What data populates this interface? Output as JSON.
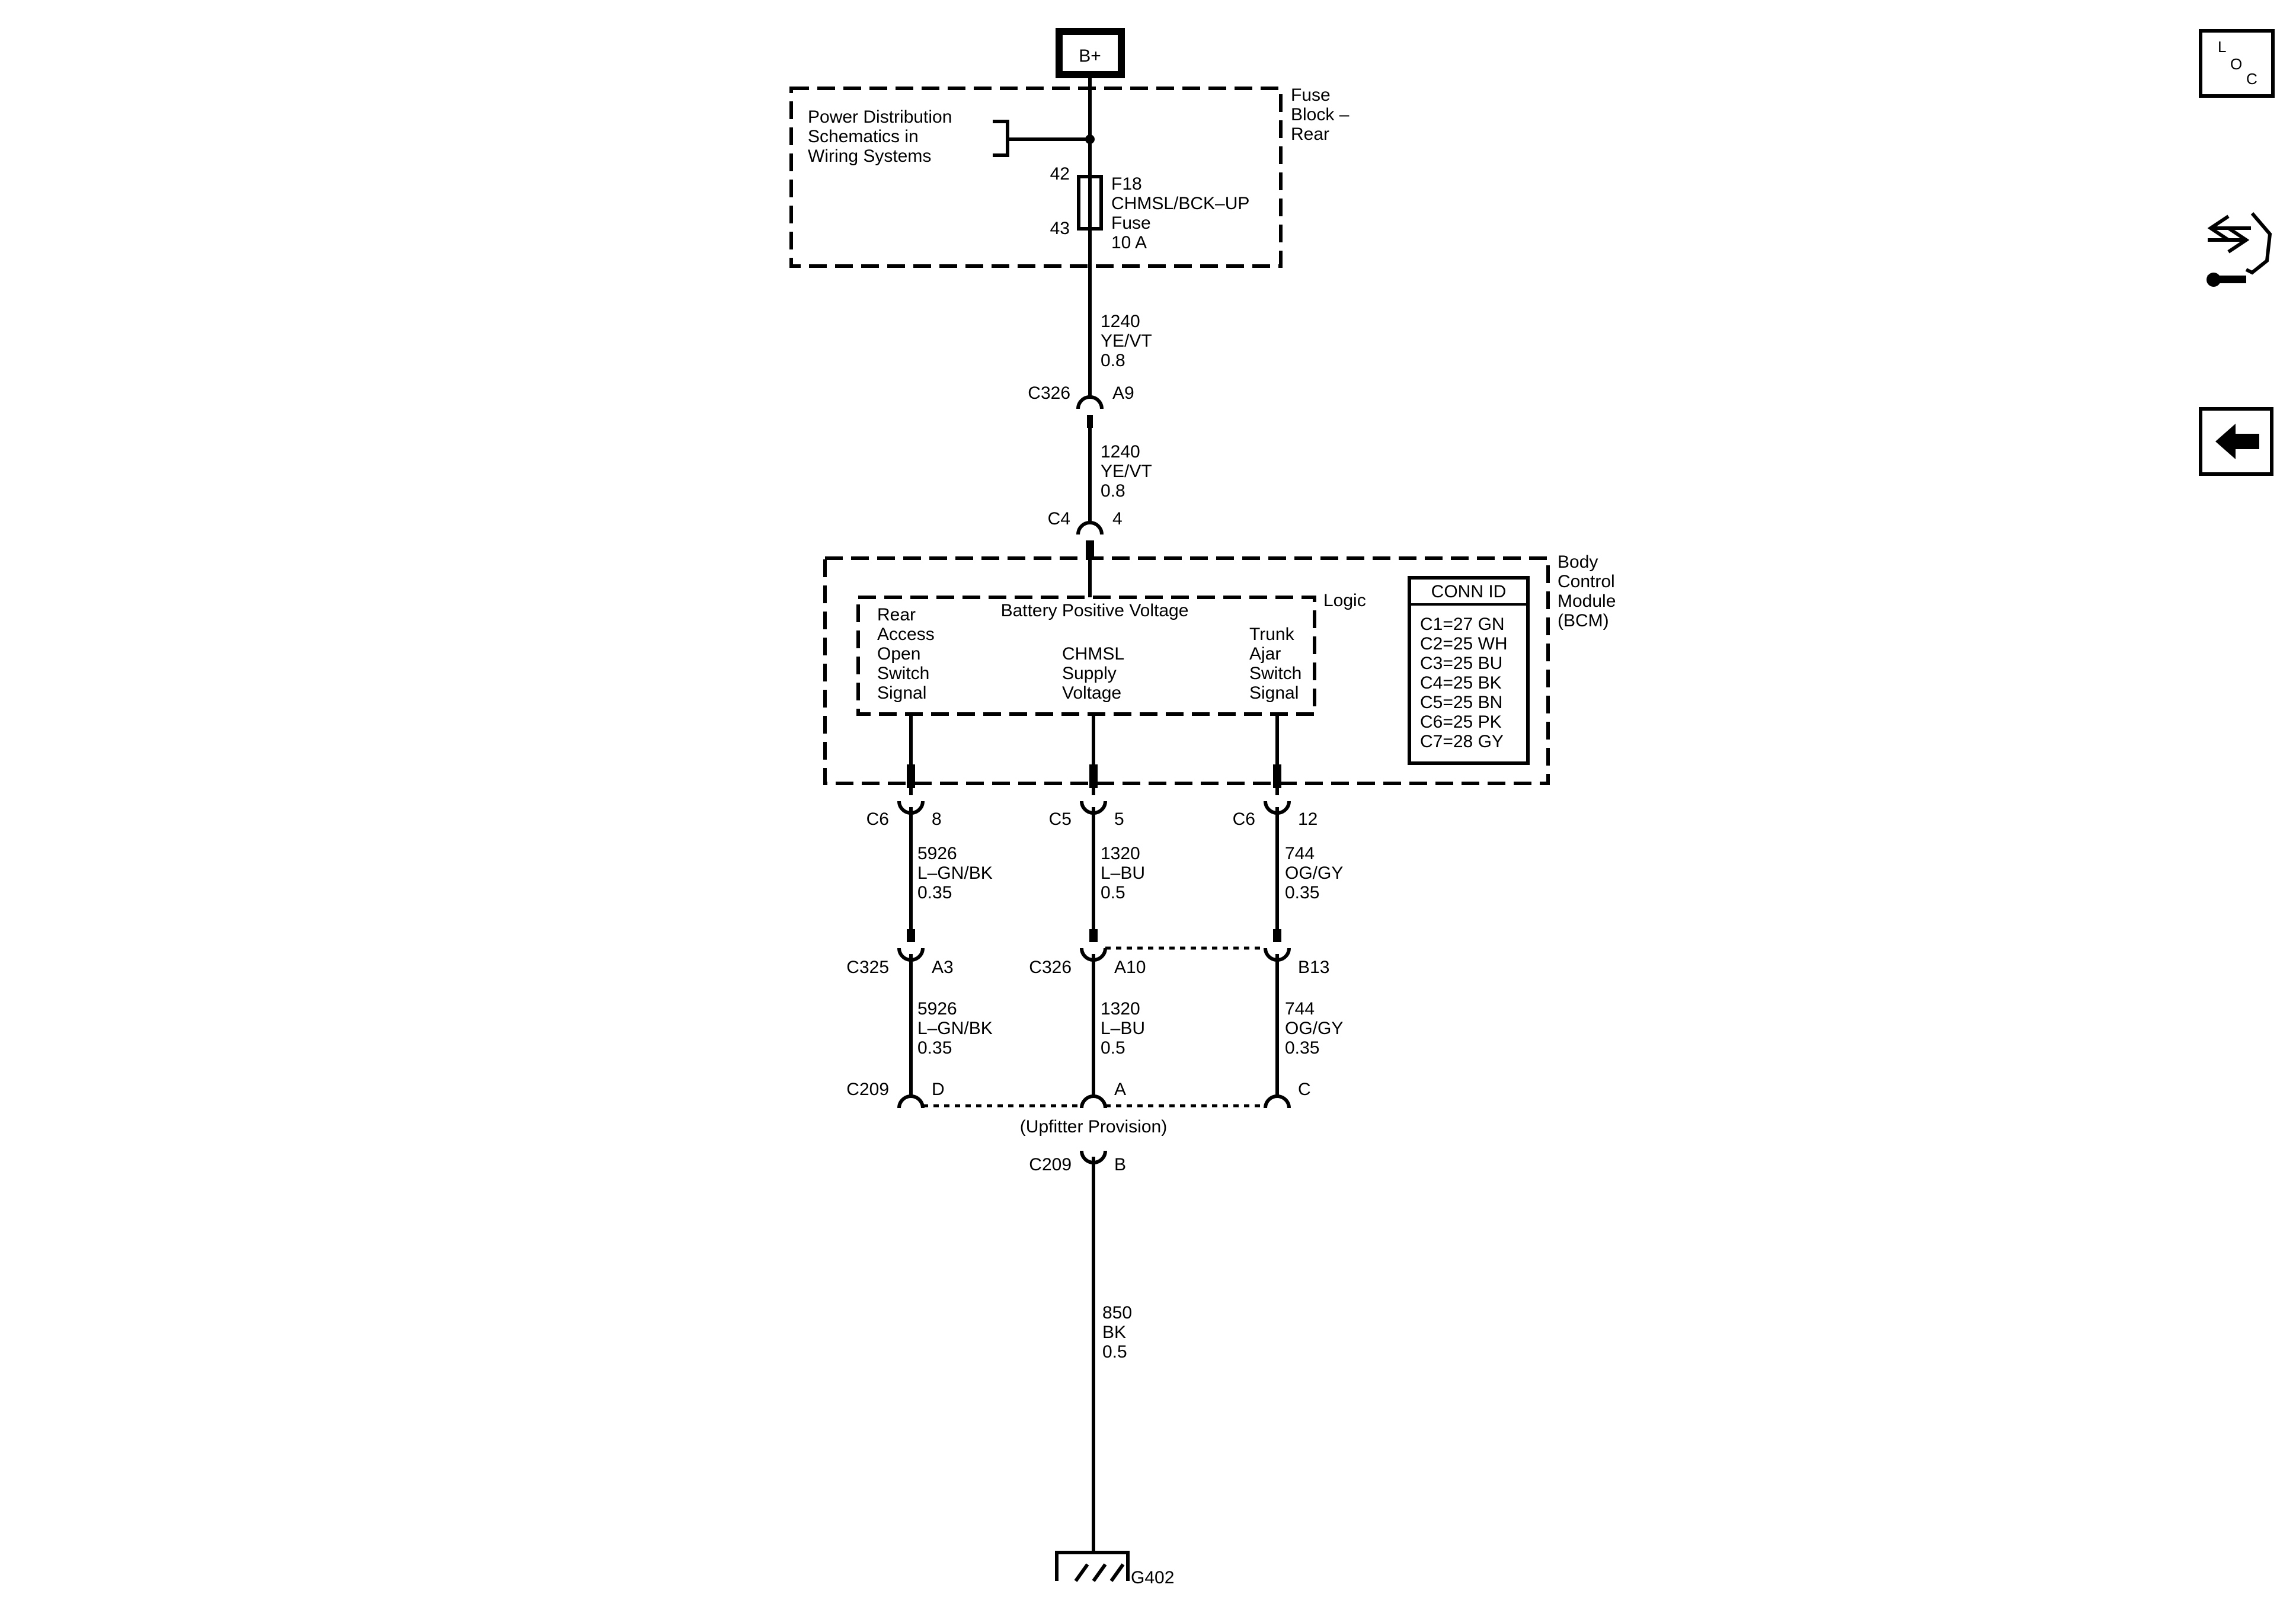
{
  "source": {
    "label": "B+",
    "pds_ref": [
      "Power Distribution",
      "Schematics in",
      "Wiring Systems"
    ]
  },
  "fuse_block": {
    "label": [
      "Fuse",
      "Block –",
      "Rear"
    ],
    "fuse_pin_top": "42",
    "fuse_pin_bottom": "43",
    "fuse_label": [
      "F18",
      "CHMSL/BCK–UP",
      "Fuse",
      "10 A"
    ]
  },
  "wires": {
    "top1": [
      "1240",
      "YE/VT",
      "0.8"
    ],
    "top2": [
      "1240",
      "YE/VT",
      "0.8"
    ],
    "left1": [
      "5926",
      "L–GN/BK",
      "0.35"
    ],
    "mid1": [
      "1320",
      "L–BU",
      "0.5"
    ],
    "right1": [
      "744",
      "OG/GY",
      "0.35"
    ],
    "left2": [
      "5926",
      "L–GN/BK",
      "0.35"
    ],
    "mid2": [
      "1320",
      "L–BU",
      "0.5"
    ],
    "right2": [
      "744",
      "OG/GY",
      "0.35"
    ],
    "ground": [
      "850",
      "BK",
      "0.5"
    ]
  },
  "connectors": {
    "c326_a9": {
      "name": "C326",
      "pin": "A9"
    },
    "c4_4": {
      "name": "C4",
      "pin": "4"
    },
    "c6_8": {
      "name": "C6",
      "pin": "8"
    },
    "c5_5": {
      "name": "C5",
      "pin": "5"
    },
    "c6_12": {
      "name": "C6",
      "pin": "12"
    },
    "c325_a3": {
      "name": "C325",
      "pin": "A3"
    },
    "c326_a10": {
      "name": "C326",
      "pin": "A10"
    },
    "c326_b13": {
      "name": "B13"
    },
    "c209_d": {
      "name": "C209",
      "pin": "D"
    },
    "c209_a": {
      "pin": "A"
    },
    "c209_c": {
      "pin": "C"
    },
    "c209_b": {
      "name": "C209",
      "pin": "B"
    }
  },
  "upfitter": "(Upfitter Provision)",
  "bcm": {
    "label": [
      "Body",
      "Control",
      "Module",
      "(BCM)"
    ],
    "logic_label": "Logic",
    "battery_label": "Battery Positive Voltage",
    "left_signal": [
      "Rear",
      "Access",
      "Open",
      "Switch",
      "Signal"
    ],
    "mid_signal": [
      "CHMSL",
      "Supply",
      "Voltage"
    ],
    "right_signal": [
      "Trunk",
      "Ajar",
      "Switch",
      "Signal"
    ],
    "conn_id_title": "CONN ID",
    "conn_ids": [
      "C1=27 GN",
      "C2=25 WH",
      "C3=25 BU",
      "C4=25 BK",
      "C5=25 BN",
      "C6=25 PK",
      "C7=28 GY"
    ]
  },
  "ground": {
    "label": "G402"
  },
  "nav": {
    "loc_letters": [
      "L",
      "O",
      "C"
    ],
    "icons": [
      "location-icon",
      "troubleshoot-icon",
      "back-arrow-icon"
    ]
  }
}
